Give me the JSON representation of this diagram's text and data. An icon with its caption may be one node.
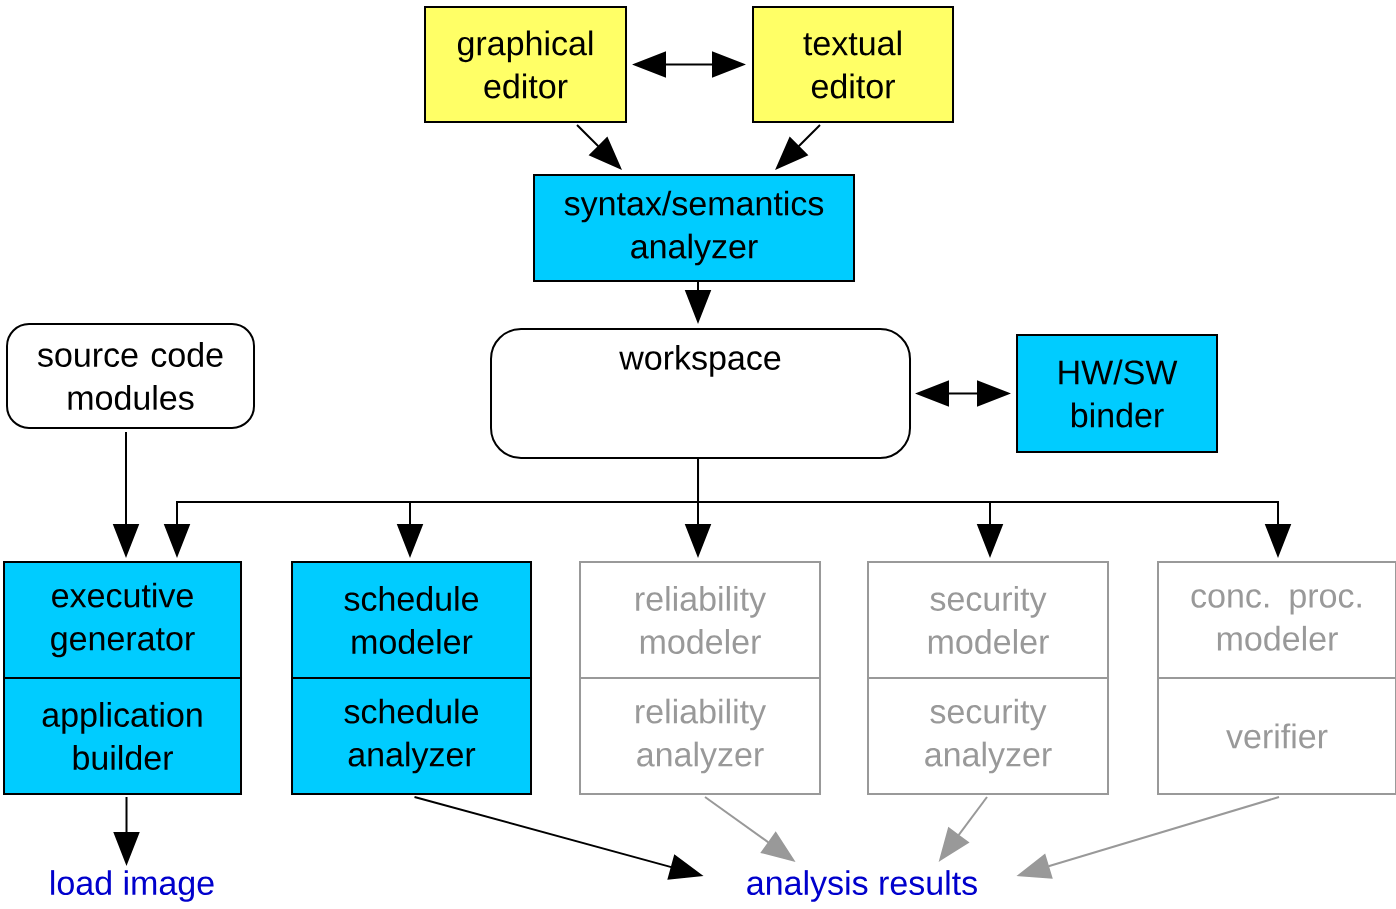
{
  "diagram": {
    "nodes": [
      {
        "text": [
          "graphical editor"
        ]
      },
      {
        "text": [
          "textual editor"
        ]
      },
      {
        "text": [
          "syntax/semantics analyzer"
        ]
      },
      {
        "text": [
          "source code modules"
        ]
      },
      {
        "text": [
          "workspace"
        ]
      },
      {
        "text": [
          "HW/SW binder"
        ]
      },
      {
        "text": [
          "executive generator"
        ]
      },
      {
        "text": [
          "application builder"
        ]
      },
      {
        "text": [
          "schedule modeler"
        ]
      },
      {
        "text": [
          "schedule analyzer"
        ]
      },
      {
        "text": [
          "reliability modeler"
        ]
      },
      {
        "text": [
          "reliability analyzer"
        ]
      },
      {
        "text": [
          "security modeler"
        ]
      },
      {
        "text": [
          "security analyzer"
        ]
      },
      {
        "text": [
          "conc. proc. modeler"
        ]
      },
      {
        "text": [
          "verifier"
        ]
      },
      {
        "text": [
          "load image"
        ]
      },
      {
        "text": [
          "analysis results"
        ]
      }
    ],
    "edges": [
      {
        "from": 0,
        "to": 1,
        "arrow": "both"
      },
      {
        "from": 0,
        "to": 2,
        "arrow": "to"
      },
      {
        "from": 1,
        "to": 2,
        "arrow": "to"
      },
      {
        "from": 2,
        "to": 4,
        "arrow": "to"
      },
      {
        "from": 4,
        "to": 5,
        "arrow": "both"
      },
      {
        "from": 4,
        "to": 6,
        "arrow": "to"
      },
      {
        "from": 4,
        "to": 8,
        "arrow": "to"
      },
      {
        "from": 4,
        "to": 10,
        "arrow": "to"
      },
      {
        "from": 4,
        "to": 12,
        "arrow": "to"
      },
      {
        "from": 4,
        "to": 14,
        "arrow": "to"
      },
      {
        "from": 3,
        "to": 6,
        "arrow": "to"
      },
      {
        "from": 7,
        "to": 16,
        "arrow": "to"
      },
      {
        "from": 9,
        "to": 17,
        "arrow": "to"
      },
      {
        "from": 11,
        "to": 17,
        "arrow": "to",
        "color": "#999999"
      },
      {
        "from": 13,
        "to": 17,
        "arrow": "to",
        "color": "#999999"
      },
      {
        "from": 15,
        "to": 17,
        "arrow": "to",
        "color": "#999999"
      }
    ]
  }
}
